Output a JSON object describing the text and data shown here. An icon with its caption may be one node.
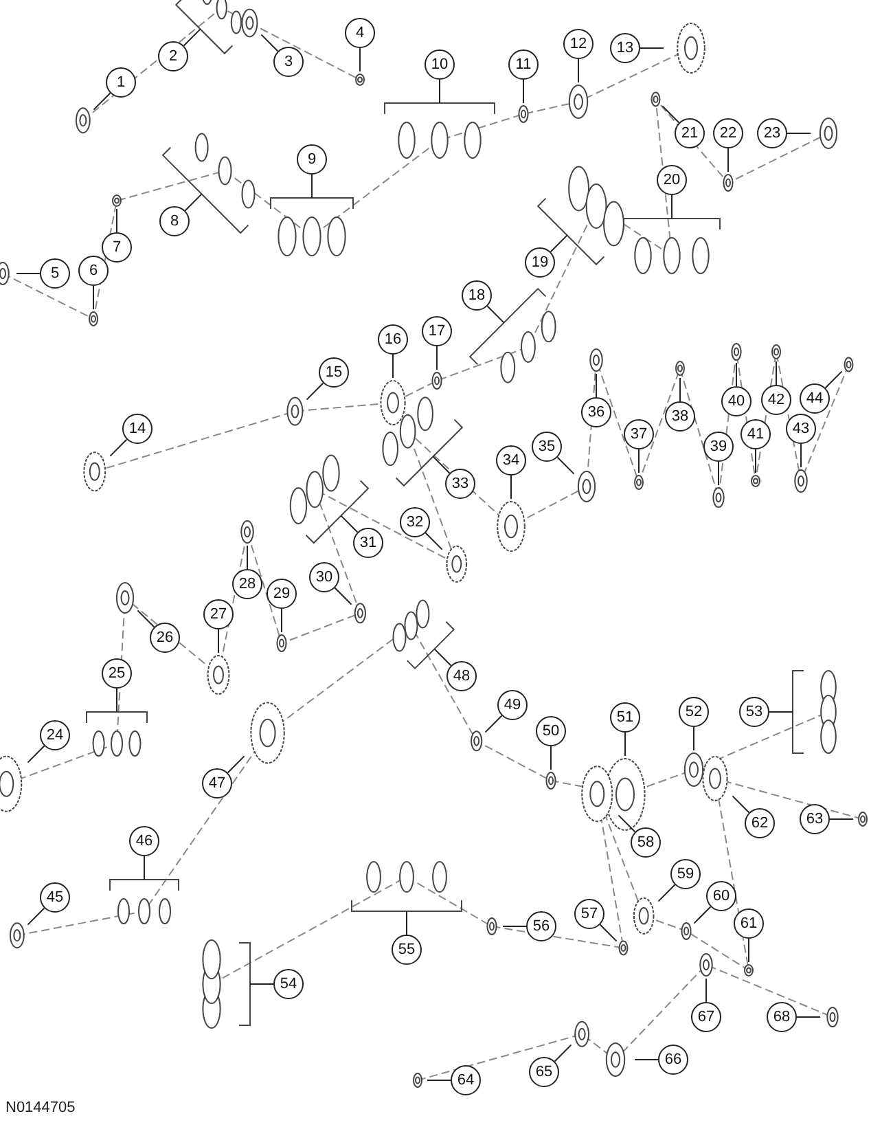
{
  "diagram": {
    "nodes": [
      {
        "text": [
          "1"
        ]
      },
      {
        "text": [
          "2"
        ]
      },
      {
        "text": [
          "3"
        ]
      },
      {
        "text": [
          "4"
        ]
      },
      {
        "text": [
          "5"
        ]
      },
      {
        "text": [
          "6"
        ]
      },
      {
        "text": [
          "7"
        ]
      },
      {
        "text": [
          "8"
        ]
      },
      {
        "text": [
          "9"
        ]
      },
      {
        "text": [
          "10"
        ]
      },
      {
        "text": [
          "11"
        ]
      },
      {
        "text": [
          "12"
        ]
      },
      {
        "text": [
          "13"
        ]
      },
      {
        "text": [
          "14"
        ]
      },
      {
        "text": [
          "15"
        ]
      },
      {
        "text": [
          "16"
        ]
      },
      {
        "text": [
          "17"
        ]
      },
      {
        "text": [
          "18"
        ]
      },
      {
        "text": [
          "19"
        ]
      },
      {
        "text": [
          "20"
        ]
      },
      {
        "text": [
          "21"
        ]
      },
      {
        "text": [
          "22"
        ]
      },
      {
        "text": [
          "23"
        ]
      },
      {
        "text": [
          "24"
        ]
      },
      {
        "text": [
          "25"
        ]
      },
      {
        "text": [
          "26"
        ]
      },
      {
        "text": [
          "27"
        ]
      },
      {
        "text": [
          "28"
        ]
      },
      {
        "text": [
          "29"
        ]
      },
      {
        "text": [
          "30"
        ]
      },
      {
        "text": [
          "31"
        ]
      },
      {
        "text": [
          "32"
        ]
      },
      {
        "text": [
          "33"
        ]
      },
      {
        "text": [
          "34"
        ]
      },
      {
        "text": [
          "35"
        ]
      },
      {
        "text": [
          "36"
        ]
      },
      {
        "text": [
          "37"
        ]
      },
      {
        "text": [
          "38"
        ]
      },
      {
        "text": [
          "39"
        ]
      },
      {
        "text": [
          "40"
        ]
      },
      {
        "text": [
          "41"
        ]
      },
      {
        "text": [
          "42"
        ]
      },
      {
        "text": [
          "43"
        ]
      },
      {
        "text": [
          "44"
        ]
      },
      {
        "text": [
          "45"
        ]
      },
      {
        "text": [
          "46"
        ]
      },
      {
        "text": [
          "47"
        ]
      },
      {
        "text": [
          "48"
        ]
      },
      {
        "text": [
          "49"
        ]
      },
      {
        "text": [
          "50"
        ]
      },
      {
        "text": [
          "51"
        ]
      },
      {
        "text": [
          "52"
        ]
      },
      {
        "text": [
          "53"
        ]
      },
      {
        "text": [
          "54"
        ]
      },
      {
        "text": [
          "55"
        ]
      },
      {
        "text": [
          "56"
        ]
      },
      {
        "text": [
          "57"
        ]
      },
      {
        "text": [
          "58"
        ]
      },
      {
        "text": [
          "59"
        ]
      },
      {
        "text": [
          "60"
        ]
      },
      {
        "text": [
          "61"
        ]
      },
      {
        "text": [
          "62"
        ]
      },
      {
        "text": [
          "63"
        ]
      },
      {
        "text": [
          "64"
        ]
      },
      {
        "text": [
          "65"
        ]
      },
      {
        "text": [
          "66"
        ]
      },
      {
        "text": [
          "67"
        ]
      },
      {
        "text": [
          "68"
        ]
      }
    ],
    "edges": [
      {
        "from": 0,
        "to": null,
        "arrow": "none"
      },
      {
        "from": 1,
        "to": null,
        "arrow": "none"
      },
      {
        "from": 2,
        "to": null,
        "arrow": "none"
      },
      {
        "from": 3,
        "to": null,
        "arrow": "none"
      },
      {
        "from": 4,
        "to": null,
        "arrow": "none"
      },
      {
        "from": 5,
        "to": null,
        "arrow": "none"
      },
      {
        "from": 6,
        "to": null,
        "arrow": "none"
      },
      {
        "from": 7,
        "to": null,
        "arrow": "none"
      },
      {
        "from": 8,
        "to": null,
        "arrow": "none"
      },
      {
        "from": 9,
        "to": null,
        "arrow": "none"
      },
      {
        "from": 10,
        "to": null,
        "arrow": "none"
      },
      {
        "from": 11,
        "to": null,
        "arrow": "none"
      },
      {
        "from": 12,
        "to": null,
        "arrow": "none"
      },
      {
        "from": 13,
        "to": null,
        "arrow": "none"
      },
      {
        "from": 14,
        "to": null,
        "arrow": "none"
      },
      {
        "from": 15,
        "to": null,
        "arrow": "none"
      },
      {
        "from": 16,
        "to": null,
        "arrow": "none"
      },
      {
        "from": 17,
        "to": null,
        "arrow": "none"
      },
      {
        "from": 18,
        "to": null,
        "arrow": "none"
      },
      {
        "from": 19,
        "to": null,
        "arrow": "none"
      },
      {
        "from": 20,
        "to": null,
        "arrow": "none"
      },
      {
        "from": 21,
        "to": null,
        "arrow": "none"
      },
      {
        "from": 22,
        "to": null,
        "arrow": "none"
      },
      {
        "from": 23,
        "to": null,
        "arrow": "none"
      },
      {
        "from": 24,
        "to": null,
        "arrow": "none"
      },
      {
        "from": 25,
        "to": null,
        "arrow": "none"
      },
      {
        "from": 26,
        "to": null,
        "arrow": "none"
      },
      {
        "from": 27,
        "to": null,
        "arrow": "none"
      },
      {
        "from": 28,
        "to": null,
        "arrow": "none"
      },
      {
        "from": 29,
        "to": null,
        "arrow": "none"
      },
      {
        "from": 30,
        "to": null,
        "arrow": "none"
      },
      {
        "from": 31,
        "to": null,
        "arrow": "none"
      },
      {
        "from": 32,
        "to": null,
        "arrow": "none"
      },
      {
        "from": 33,
        "to": null,
        "arrow": "none"
      },
      {
        "from": 34,
        "to": null,
        "arrow": "none"
      },
      {
        "from": 35,
        "to": null,
        "arrow": "none"
      },
      {
        "from": 36,
        "to": null,
        "arrow": "none"
      },
      {
        "from": 37,
        "to": null,
        "arrow": "none"
      },
      {
        "from": 38,
        "to": null,
        "arrow": "none"
      },
      {
        "from": 39,
        "to": null,
        "arrow": "none"
      },
      {
        "from": 40,
        "to": null,
        "arrow": "none"
      },
      {
        "from": 41,
        "to": null,
        "arrow": "none"
      },
      {
        "from": 42,
        "to": null,
        "arrow": "none"
      },
      {
        "from": 43,
        "to": null,
        "arrow": "none"
      },
      {
        "from": 44,
        "to": null,
        "arrow": "none"
      },
      {
        "from": 45,
        "to": null,
        "arrow": "none"
      },
      {
        "from": 46,
        "to": null,
        "arrow": "none"
      },
      {
        "from": 47,
        "to": null,
        "arrow": "none"
      },
      {
        "from": 48,
        "to": null,
        "arrow": "none"
      },
      {
        "from": 49,
        "to": null,
        "arrow": "none"
      },
      {
        "from": 50,
        "to": null,
        "arrow": "none"
      },
      {
        "from": 51,
        "to": null,
        "arrow": "none"
      },
      {
        "from": 52,
        "to": null,
        "arrow": "none"
      },
      {
        "from": 53,
        "to": null,
        "arrow": "none"
      },
      {
        "from": 54,
        "to": null,
        "arrow": "none"
      },
      {
        "from": 55,
        "to": null,
        "arrow": "none"
      },
      {
        "from": 56,
        "to": null,
        "arrow": "none"
      },
      {
        "from": 57,
        "to": null,
        "arrow": "none"
      },
      {
        "from": 58,
        "to": null,
        "arrow": "none"
      },
      {
        "from": 59,
        "to": null,
        "arrow": "none"
      },
      {
        "from": 60,
        "to": null,
        "arrow": "none"
      },
      {
        "from": 61,
        "to": null,
        "arrow": "none"
      },
      {
        "from": 62,
        "to": null,
        "arrow": "none"
      },
      {
        "from": 63,
        "to": null,
        "arrow": "none"
      },
      {
        "from": 64,
        "to": null,
        "arrow": "none"
      },
      {
        "from": 65,
        "to": null,
        "arrow": "none"
      },
      {
        "from": 66,
        "to": null,
        "arrow": "none"
      },
      {
        "from": 67,
        "to": null,
        "arrow": "none"
      }
    ],
    "labels": [
      "N0144705"
    ]
  }
}
